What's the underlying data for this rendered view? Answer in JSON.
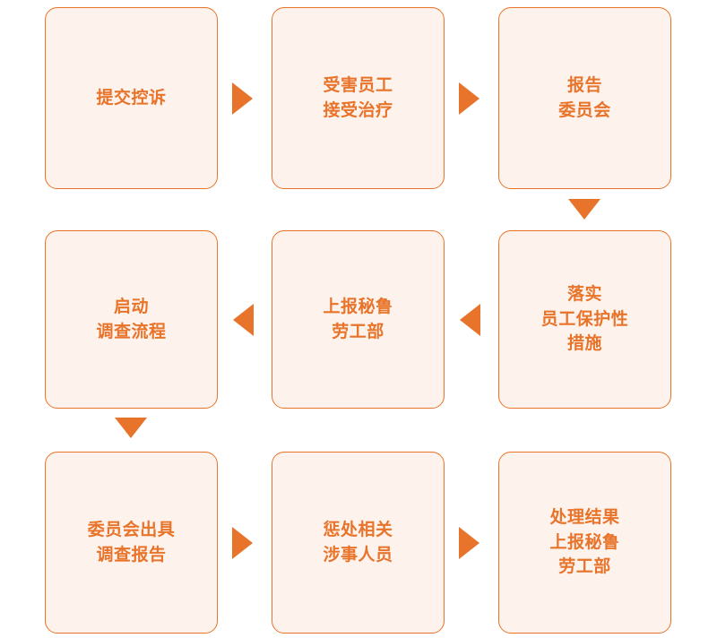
{
  "diagram": {
    "type": "flowchart",
    "title": "",
    "colors": {
      "accent": "#E8732A",
      "node_fill": "#FDF3EC",
      "node_border": "#E8732A",
      "text": "#E8732A",
      "background": "#FFFFFF"
    },
    "nodes": [
      {
        "id": "n1",
        "label": "提交控诉",
        "row": 1,
        "col": 1
      },
      {
        "id": "n2",
        "label": "受害员工\n接受治疗",
        "row": 1,
        "col": 2
      },
      {
        "id": "n3",
        "label": "报告\n委员会",
        "row": 1,
        "col": 3
      },
      {
        "id": "n4",
        "label": "启动\n调查流程",
        "row": 2,
        "col": 1
      },
      {
        "id": "n5",
        "label": "上报秘鲁\n劳工部",
        "row": 2,
        "col": 2
      },
      {
        "id": "n6",
        "label": "落实\n员工保护性\n措施",
        "row": 2,
        "col": 3
      },
      {
        "id": "n7",
        "label": "委员会出具\n调查报告",
        "row": 3,
        "col": 1
      },
      {
        "id": "n8",
        "label": "惩处相关\n涉事人员",
        "row": 3,
        "col": 2
      },
      {
        "id": "n9",
        "label": "处理结果\n上报秘鲁\n劳工部",
        "row": 3,
        "col": 3
      }
    ],
    "arrows": [
      {
        "id": "a1",
        "from": "n1",
        "to": "n2",
        "direction": "right"
      },
      {
        "id": "a2",
        "from": "n2",
        "to": "n3",
        "direction": "right"
      },
      {
        "id": "a3",
        "from": "n3",
        "to": "n6",
        "direction": "down"
      },
      {
        "id": "a4",
        "from": "n6",
        "to": "n5",
        "direction": "left"
      },
      {
        "id": "a5",
        "from": "n5",
        "to": "n4",
        "direction": "left"
      },
      {
        "id": "a6",
        "from": "n4",
        "to": "n7",
        "direction": "down"
      },
      {
        "id": "a7",
        "from": "n7",
        "to": "n8",
        "direction": "right"
      },
      {
        "id": "a8",
        "from": "n8",
        "to": "n9",
        "direction": "right"
      }
    ]
  }
}
